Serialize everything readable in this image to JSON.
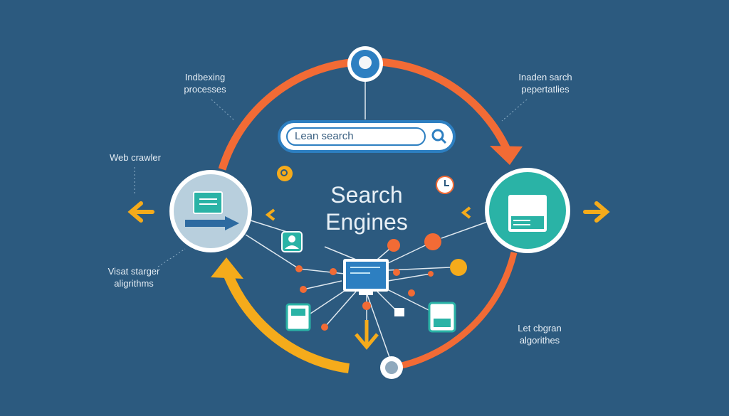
{
  "title": {
    "line1": "Search",
    "line2": "Engines"
  },
  "search": {
    "value": "Lean search",
    "icon": "search-icon"
  },
  "labels": {
    "indexing": [
      "Indbexing",
      "processes"
    ],
    "web_crawler": "Web crawler",
    "visat": [
      "Visat starger",
      "aligrithms"
    ],
    "inaden": [
      "Inaden sarch",
      "pepertatlies"
    ],
    "let": [
      "Let cbgran",
      "algorithes"
    ]
  },
  "colors": {
    "background": "#2c5a7f",
    "orange": "#f26b35",
    "yellow": "#f5ab1b",
    "teal": "#2ab3a6",
    "blue": "#2d7fc1"
  }
}
